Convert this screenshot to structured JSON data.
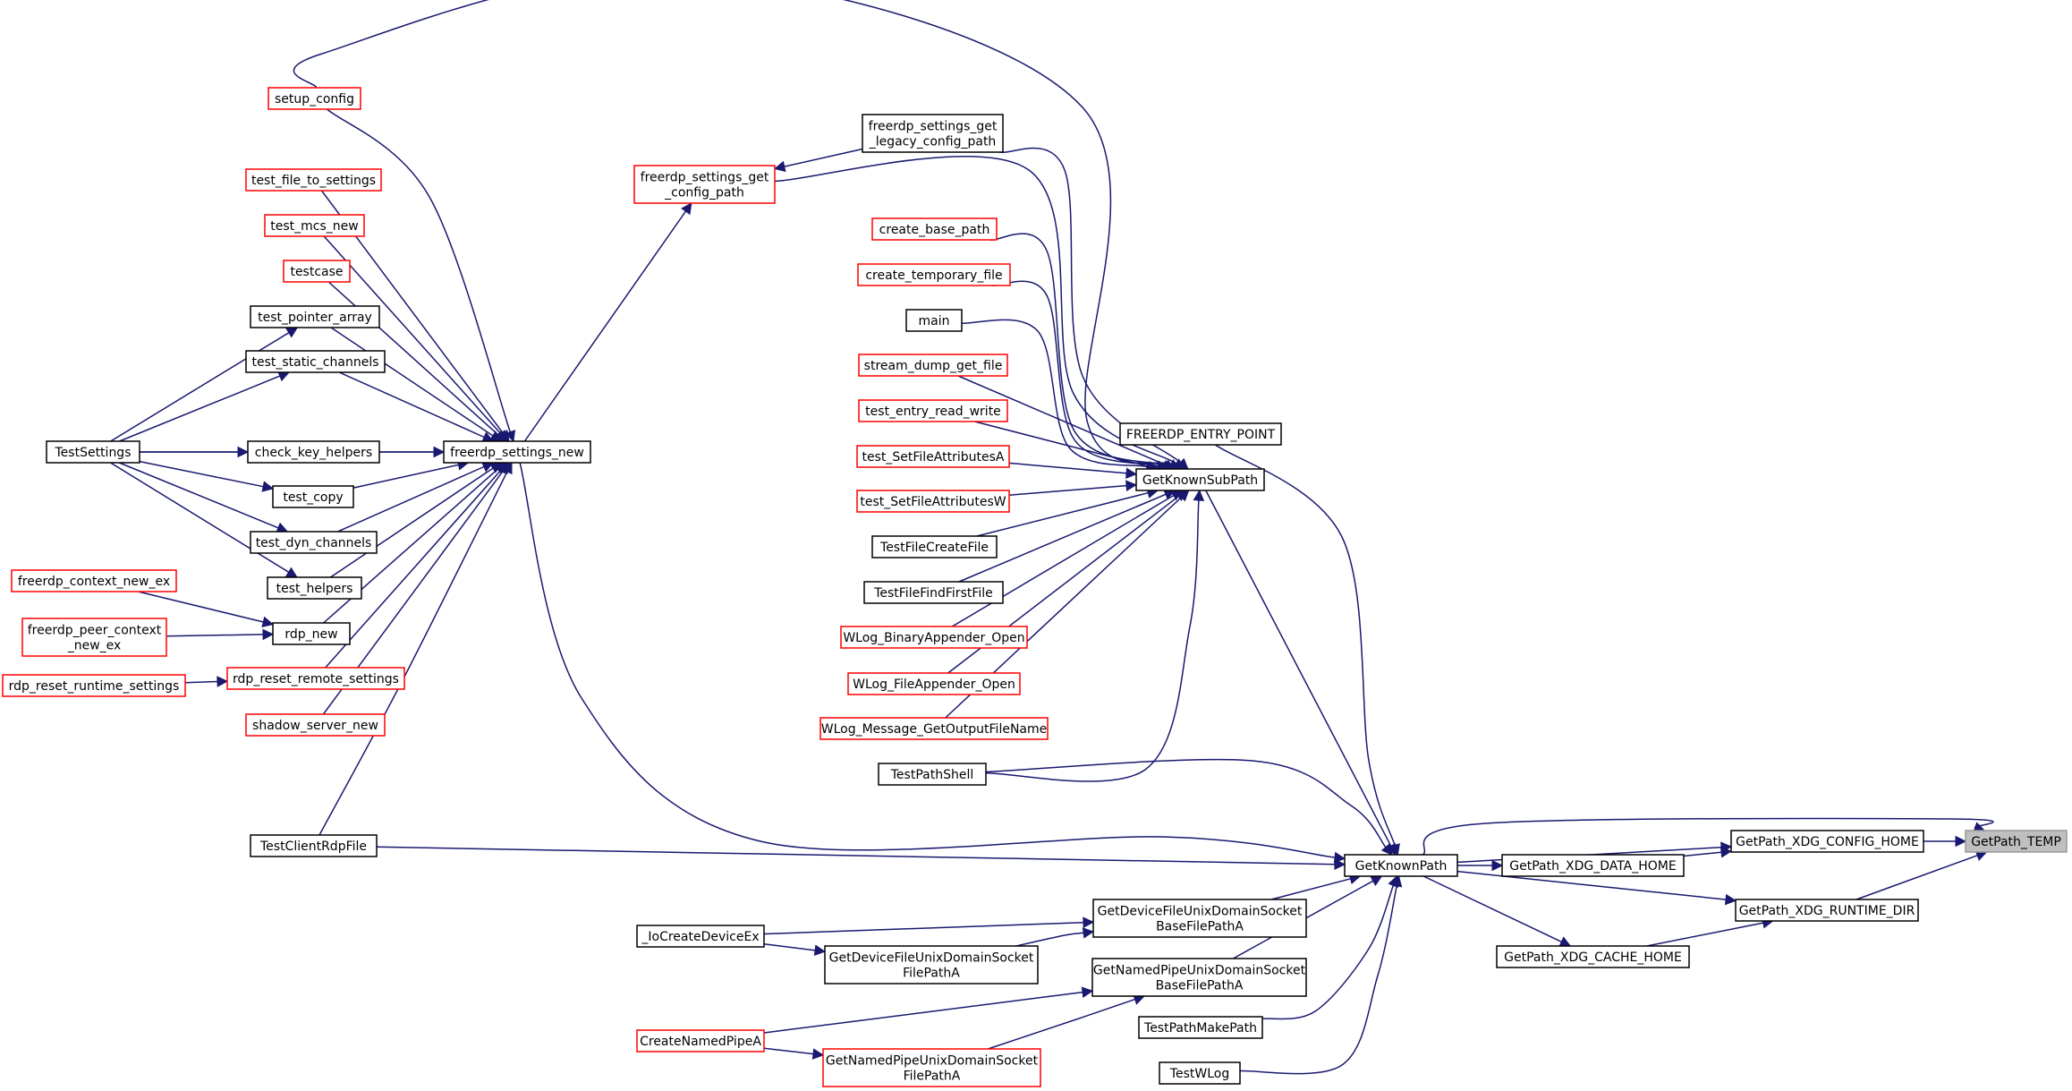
{
  "graph": {
    "title": "",
    "colors": {
      "edge": "#191970",
      "red_border": "#ff0000",
      "black_border": "#000000",
      "focus_fill": "#bfbfbf",
      "focus_border": "#999999"
    },
    "nodes": [
      {
        "id": "setup_config",
        "lines": [
          "setup_config"
        ],
        "style": "red"
      },
      {
        "id": "test_file_to_settings",
        "lines": [
          "test_file_to_settings"
        ],
        "style": "red"
      },
      {
        "id": "test_mcs_new",
        "lines": [
          "test_mcs_new"
        ],
        "style": "red"
      },
      {
        "id": "testcase",
        "lines": [
          "testcase"
        ],
        "style": "red"
      },
      {
        "id": "test_pointer_array",
        "lines": [
          "test_pointer_array"
        ],
        "style": "black"
      },
      {
        "id": "test_static_channels",
        "lines": [
          "test_static_channels"
        ],
        "style": "black"
      },
      {
        "id": "TestSettings",
        "lines": [
          "TestSettings"
        ],
        "style": "black"
      },
      {
        "id": "check_key_helpers",
        "lines": [
          "check_key_helpers"
        ],
        "style": "black"
      },
      {
        "id": "test_copy",
        "lines": [
          "test_copy"
        ],
        "style": "black"
      },
      {
        "id": "test_dyn_channels",
        "lines": [
          "test_dyn_channels"
        ],
        "style": "black"
      },
      {
        "id": "freerdp_context_new_ex",
        "lines": [
          "freerdp_context_new_ex"
        ],
        "style": "red"
      },
      {
        "id": "test_helpers",
        "lines": [
          "test_helpers"
        ],
        "style": "black"
      },
      {
        "id": "freerdp_peer_context_new_ex",
        "lines": [
          "freerdp_peer_context",
          "_new_ex"
        ],
        "style": "red"
      },
      {
        "id": "rdp_new",
        "lines": [
          "rdp_new"
        ],
        "style": "black"
      },
      {
        "id": "rdp_reset_runtime_settings",
        "lines": [
          "rdp_reset_runtime_settings"
        ],
        "style": "red"
      },
      {
        "id": "rdp_reset_remote_settings",
        "lines": [
          "rdp_reset_remote_settings"
        ],
        "style": "red"
      },
      {
        "id": "shadow_server_new",
        "lines": [
          "shadow_server_new"
        ],
        "style": "red"
      },
      {
        "id": "TestClientRdpFile",
        "lines": [
          "TestClientRdpFile"
        ],
        "style": "black"
      },
      {
        "id": "freerdp_settings_new",
        "lines": [
          "freerdp_settings_new"
        ],
        "style": "black"
      },
      {
        "id": "freerdp_settings_get_config_path",
        "lines": [
          "freerdp_settings_get",
          "_config_path"
        ],
        "style": "red"
      },
      {
        "id": "freerdp_settings_get_legacy_config_path",
        "lines": [
          "freerdp_settings_get",
          "_legacy_config_path"
        ],
        "style": "black"
      },
      {
        "id": "create_base_path",
        "lines": [
          "create_base_path"
        ],
        "style": "red"
      },
      {
        "id": "create_temporary_file",
        "lines": [
          "create_temporary_file"
        ],
        "style": "red"
      },
      {
        "id": "main",
        "lines": [
          "main"
        ],
        "style": "black"
      },
      {
        "id": "stream_dump_get_file",
        "lines": [
          "stream_dump_get_file"
        ],
        "style": "red"
      },
      {
        "id": "test_entry_read_write",
        "lines": [
          "test_entry_read_write"
        ],
        "style": "red"
      },
      {
        "id": "test_SetFileAttributesA",
        "lines": [
          "test_SetFileAttributesA"
        ],
        "style": "red"
      },
      {
        "id": "test_SetFileAttributesW",
        "lines": [
          "test_SetFileAttributesW"
        ],
        "style": "red"
      },
      {
        "id": "TestFileCreateFile",
        "lines": [
          "TestFileCreateFile"
        ],
        "style": "black"
      },
      {
        "id": "TestFileFindFirstFile",
        "lines": [
          "TestFileFindFirstFile"
        ],
        "style": "black"
      },
      {
        "id": "WLog_BinaryAppender_Open",
        "lines": [
          "WLog_BinaryAppender_Open"
        ],
        "style": "red"
      },
      {
        "id": "WLog_FileAppender_Open",
        "lines": [
          "WLog_FileAppender_Open"
        ],
        "style": "red"
      },
      {
        "id": "WLog_Message_GetOutputFileName",
        "lines": [
          "WLog_Message_GetOutputFileName"
        ],
        "style": "red"
      },
      {
        "id": "TestPathShell",
        "lines": [
          "TestPathShell"
        ],
        "style": "black"
      },
      {
        "id": "FREERDP_ENTRY_POINT",
        "lines": [
          "FREERDP_ENTRY_POINT"
        ],
        "style": "black"
      },
      {
        "id": "GetKnownSubPath",
        "lines": [
          "GetKnownSubPath"
        ],
        "style": "black"
      },
      {
        "id": "GetKnownPath",
        "lines": [
          "GetKnownPath"
        ],
        "style": "black"
      },
      {
        "id": "_IoCreateDeviceEx",
        "lines": [
          "_IoCreateDeviceEx"
        ],
        "style": "black"
      },
      {
        "id": "GetDeviceFileUnixDomainSocketBaseFilePathA",
        "lines": [
          "GetDeviceFileUnixDomainSocket",
          "BaseFilePathA"
        ],
        "style": "black"
      },
      {
        "id": "GetDeviceFileUnixDomainSocketFilePathA",
        "lines": [
          "GetDeviceFileUnixDomainSocket",
          "FilePathA"
        ],
        "style": "black"
      },
      {
        "id": "GetNamedPipeUnixDomainSocketBaseFilePathA",
        "lines": [
          "GetNamedPipeUnixDomainSocket",
          "BaseFilePathA"
        ],
        "style": "black"
      },
      {
        "id": "CreateNamedPipeA",
        "lines": [
          "CreateNamedPipeA"
        ],
        "style": "red"
      },
      {
        "id": "GetNamedPipeUnixDomainSocketFilePathA",
        "lines": [
          "GetNamedPipeUnixDomainSocket",
          "FilePathA"
        ],
        "style": "red"
      },
      {
        "id": "TestPathMakePath",
        "lines": [
          "TestPathMakePath"
        ],
        "style": "black"
      },
      {
        "id": "TestWLog",
        "lines": [
          "TestWLog"
        ],
        "style": "black"
      },
      {
        "id": "GetPath_XDG_DATA_HOME",
        "lines": [
          "GetPath_XDG_DATA_HOME"
        ],
        "style": "black"
      },
      {
        "id": "GetPath_XDG_CACHE_HOME",
        "lines": [
          "GetPath_XDG_CACHE_HOME"
        ],
        "style": "black"
      },
      {
        "id": "GetPath_XDG_CONFIG_HOME",
        "lines": [
          "GetPath_XDG_CONFIG_HOME"
        ],
        "style": "black"
      },
      {
        "id": "GetPath_XDG_RUNTIME_DIR",
        "lines": [
          "GetPath_XDG_RUNTIME_DIR"
        ],
        "style": "black"
      },
      {
        "id": "GetPath_TEMP",
        "lines": [
          "GetPath_TEMP"
        ],
        "style": "focus"
      }
    ],
    "edges": [
      [
        "GetKnownPath",
        "GetPath_TEMP"
      ],
      [
        "GetPath_XDG_CONFIG_HOME",
        "GetPath_TEMP"
      ],
      [
        "GetPath_XDG_RUNTIME_DIR",
        "GetPath_TEMP"
      ],
      [
        "GetKnownPath",
        "GetPath_XDG_CONFIG_HOME"
      ],
      [
        "GetPath_XDG_DATA_HOME",
        "GetPath_XDG_CONFIG_HOME"
      ],
      [
        "GetKnownPath",
        "GetPath_XDG_RUNTIME_DIR"
      ],
      [
        "GetPath_XDG_CACHE_HOME",
        "GetPath_XDG_RUNTIME_DIR"
      ],
      [
        "GetKnownPath",
        "GetPath_XDG_DATA_HOME"
      ],
      [
        "GetKnownPath",
        "GetPath_XDG_CACHE_HOME"
      ],
      [
        "freerdp_settings_new",
        "GetKnownPath"
      ],
      [
        "TestClientRdpFile",
        "GetKnownPath"
      ],
      [
        "GetKnownSubPath",
        "GetKnownPath"
      ],
      [
        "FREERDP_ENTRY_POINT",
        "GetKnownPath"
      ],
      [
        "TestPathShell",
        "GetKnownPath"
      ],
      [
        "GetDeviceFileUnixDomainSocketBaseFilePathA",
        "GetKnownPath"
      ],
      [
        "GetNamedPipeUnixDomainSocketBaseFilePathA",
        "GetKnownPath"
      ],
      [
        "TestPathMakePath",
        "GetKnownPath"
      ],
      [
        "TestWLog",
        "GetKnownPath"
      ],
      [
        "_IoCreateDeviceEx",
        "GetDeviceFileUnixDomainSocketBaseFilePathA"
      ],
      [
        "GetDeviceFileUnixDomainSocketFilePathA",
        "GetDeviceFileUnixDomainSocketBaseFilePathA"
      ],
      [
        "_IoCreateDeviceEx",
        "GetDeviceFileUnixDomainSocketFilePathA"
      ],
      [
        "CreateNamedPipeA",
        "GetNamedPipeUnixDomainSocketBaseFilePathA"
      ],
      [
        "GetNamedPipeUnixDomainSocketFilePathA",
        "GetNamedPipeUnixDomainSocketBaseFilePathA"
      ],
      [
        "CreateNamedPipeA",
        "GetNamedPipeUnixDomainSocketFilePathA"
      ],
      [
        "setup_config",
        "GetKnownSubPath"
      ],
      [
        "freerdp_settings_get_legacy_config_path",
        "GetKnownSubPath"
      ],
      [
        "freerdp_settings_get_config_path",
        "GetKnownSubPath"
      ],
      [
        "create_base_path",
        "GetKnownSubPath"
      ],
      [
        "create_temporary_file",
        "GetKnownSubPath"
      ],
      [
        "main",
        "GetKnownSubPath"
      ],
      [
        "stream_dump_get_file",
        "GetKnownSubPath"
      ],
      [
        "test_entry_read_write",
        "GetKnownSubPath"
      ],
      [
        "test_SetFileAttributesA",
        "GetKnownSubPath"
      ],
      [
        "test_SetFileAttributesW",
        "GetKnownSubPath"
      ],
      [
        "TestFileCreateFile",
        "GetKnownSubPath"
      ],
      [
        "TestFileFindFirstFile",
        "GetKnownSubPath"
      ],
      [
        "WLog_BinaryAppender_Open",
        "GetKnownSubPath"
      ],
      [
        "WLog_FileAppender_Open",
        "GetKnownSubPath"
      ],
      [
        "WLog_Message_GetOutputFileName",
        "GetKnownSubPath"
      ],
      [
        "TestPathShell",
        "GetKnownSubPath"
      ],
      [
        "freerdp_settings_get_legacy_config_path",
        "freerdp_settings_get_config_path"
      ],
      [
        "freerdp_settings_new",
        "freerdp_settings_get_config_path"
      ],
      [
        "setup_config",
        "freerdp_settings_new"
      ],
      [
        "test_file_to_settings",
        "freerdp_settings_new"
      ],
      [
        "test_mcs_new",
        "freerdp_settings_new"
      ],
      [
        "testcase",
        "freerdp_settings_new"
      ],
      [
        "test_pointer_array",
        "freerdp_settings_new"
      ],
      [
        "test_static_channels",
        "freerdp_settings_new"
      ],
      [
        "TestSettings",
        "freerdp_settings_new"
      ],
      [
        "check_key_helpers",
        "freerdp_settings_new"
      ],
      [
        "test_copy",
        "freerdp_settings_new"
      ],
      [
        "test_dyn_channels",
        "freerdp_settings_new"
      ],
      [
        "test_helpers",
        "freerdp_settings_new"
      ],
      [
        "rdp_new",
        "freerdp_settings_new"
      ],
      [
        "rdp_reset_remote_settings",
        "freerdp_settings_new"
      ],
      [
        "shadow_server_new",
        "freerdp_settings_new"
      ],
      [
        "TestClientRdpFile",
        "freerdp_settings_new"
      ],
      [
        "TestSettings",
        "test_pointer_array"
      ],
      [
        "TestSettings",
        "test_static_channels"
      ],
      [
        "TestSettings",
        "check_key_helpers"
      ],
      [
        "TestSettings",
        "test_copy"
      ],
      [
        "TestSettings",
        "test_dyn_channels"
      ],
      [
        "TestSettings",
        "test_helpers"
      ],
      [
        "freerdp_context_new_ex",
        "rdp_new"
      ],
      [
        "freerdp_peer_context_new_ex",
        "rdp_new"
      ],
      [
        "rdp_reset_runtime_settings",
        "rdp_reset_remote_settings"
      ]
    ]
  }
}
